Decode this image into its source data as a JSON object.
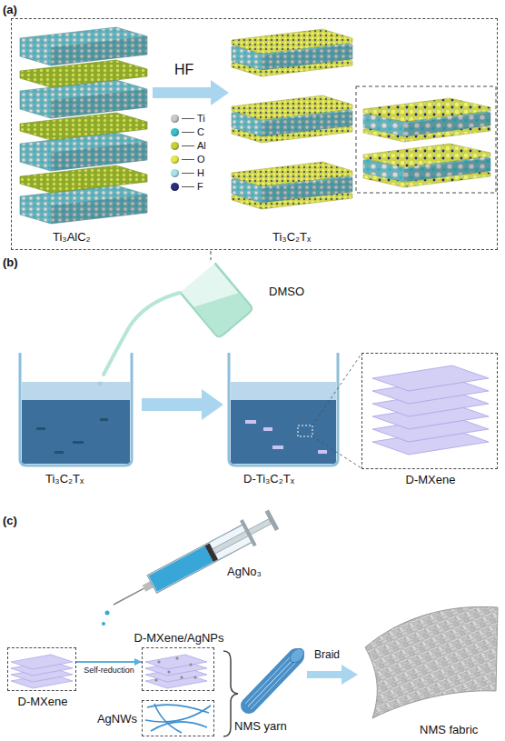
{
  "diagram": {
    "nodes": [
      {
        "text": [
          "(a)"
        ]
      },
      {
        "text": [
          "D-MXene"
        ]
      },
      {
        "text": [
          "D-MXene"
        ]
      },
      {
        "text": [
          "D-MXene/AgNPs"
        ]
      },
      {
        "text": [
          "AgNWs"
        ]
      }
    ],
    "edges": [
      {
        "from": 2,
        "to": 3,
        "arrow": "to",
        "label": "Self-reduction"
      }
    ],
    "labels": [
      "HF",
      "Ti₃AlC₂",
      "Ti₃C₂Tₓ",
      "(b)",
      "DMSO",
      "Ti₃C₂Tₓ",
      "D-Ti₃C₂Tₓ",
      "(c)",
      "AgNo₃",
      "NMS yarn",
      "Braid",
      "NMS fabric"
    ],
    "legend": [
      {
        "text": "Ti",
        "color": "#c8c8c8"
      },
      {
        "text": "C",
        "color": "#35c3d0"
      },
      {
        "text": "Al",
        "color": "#c4d23c"
      },
      {
        "text": "O",
        "color": "#e6e84a"
      },
      {
        "text": "H",
        "color": "#a9e3ea"
      },
      {
        "text": "F",
        "color": "#2a2f7c"
      }
    ]
  }
}
